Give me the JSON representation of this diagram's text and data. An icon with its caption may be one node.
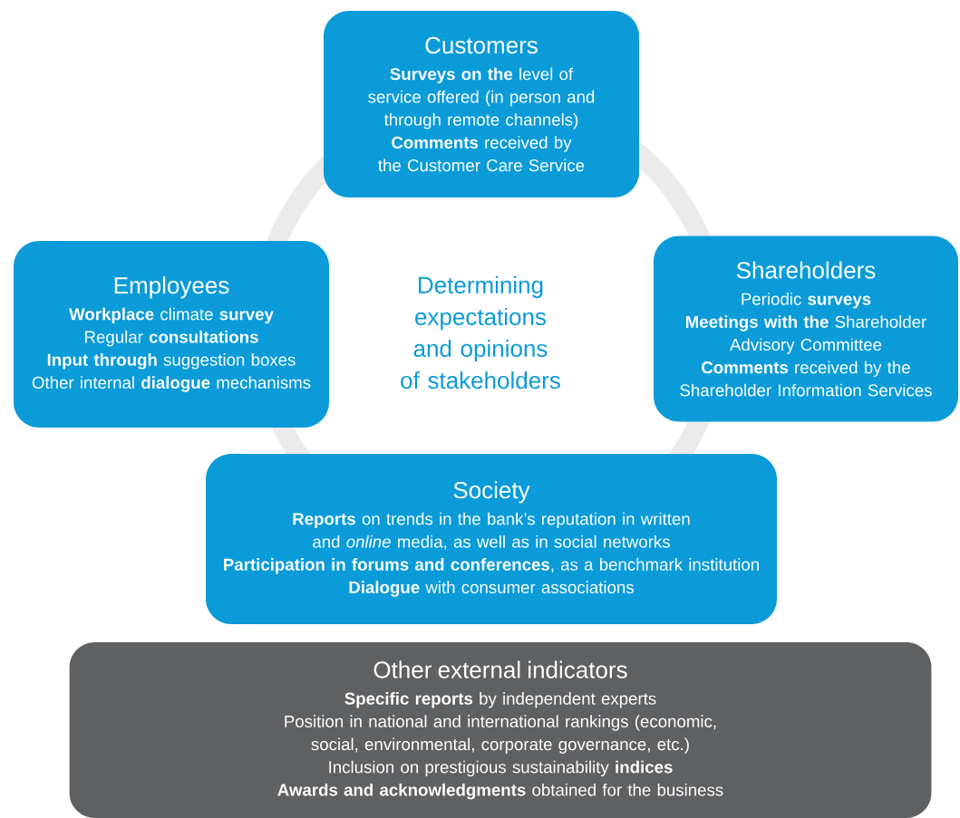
{
  "diagram": {
    "nodes": [
      {
        "text": [
          "Customers",
          "**Surveys on the** level of service offered (in person and through remote channels)",
          "**Comments** received by the Customer Care Service"
        ]
      },
      {
        "text": [
          "Employees",
          "**Workplace** climate **survey**",
          "Regular **consultations**",
          "**Input through** suggestion boxes",
          "Other internal **dialogue** mechanisms"
        ]
      },
      {
        "text": [
          "Shareholders",
          "Periodic **surveys**",
          "**Meetings with the** Shareholder Advisory Committee",
          "**Comments** received by the Shareholder Information Services"
        ]
      },
      {
        "text": [
          "Society",
          "**Reports** on trends in the bank’s reputation in written and *online* media, as well as in social networks",
          "**Participation in forums and conferences**, as a benchmark institution",
          "**Dialogue** with consumer associations"
        ]
      },
      {
        "text": [
          "Other external indicators",
          "**Specific reports** by independent experts",
          "Position in national and international rankings (economic, social, environmental, corporate governance, etc.)",
          "Inclusion on prestigious sustainability **indices**",
          "**Awards and acknowledgments** obtained for the business"
        ]
      }
    ],
    "edges": [],
    "labels": [
      "Determining expectations and opinions of stakeholders"
    ]
  }
}
